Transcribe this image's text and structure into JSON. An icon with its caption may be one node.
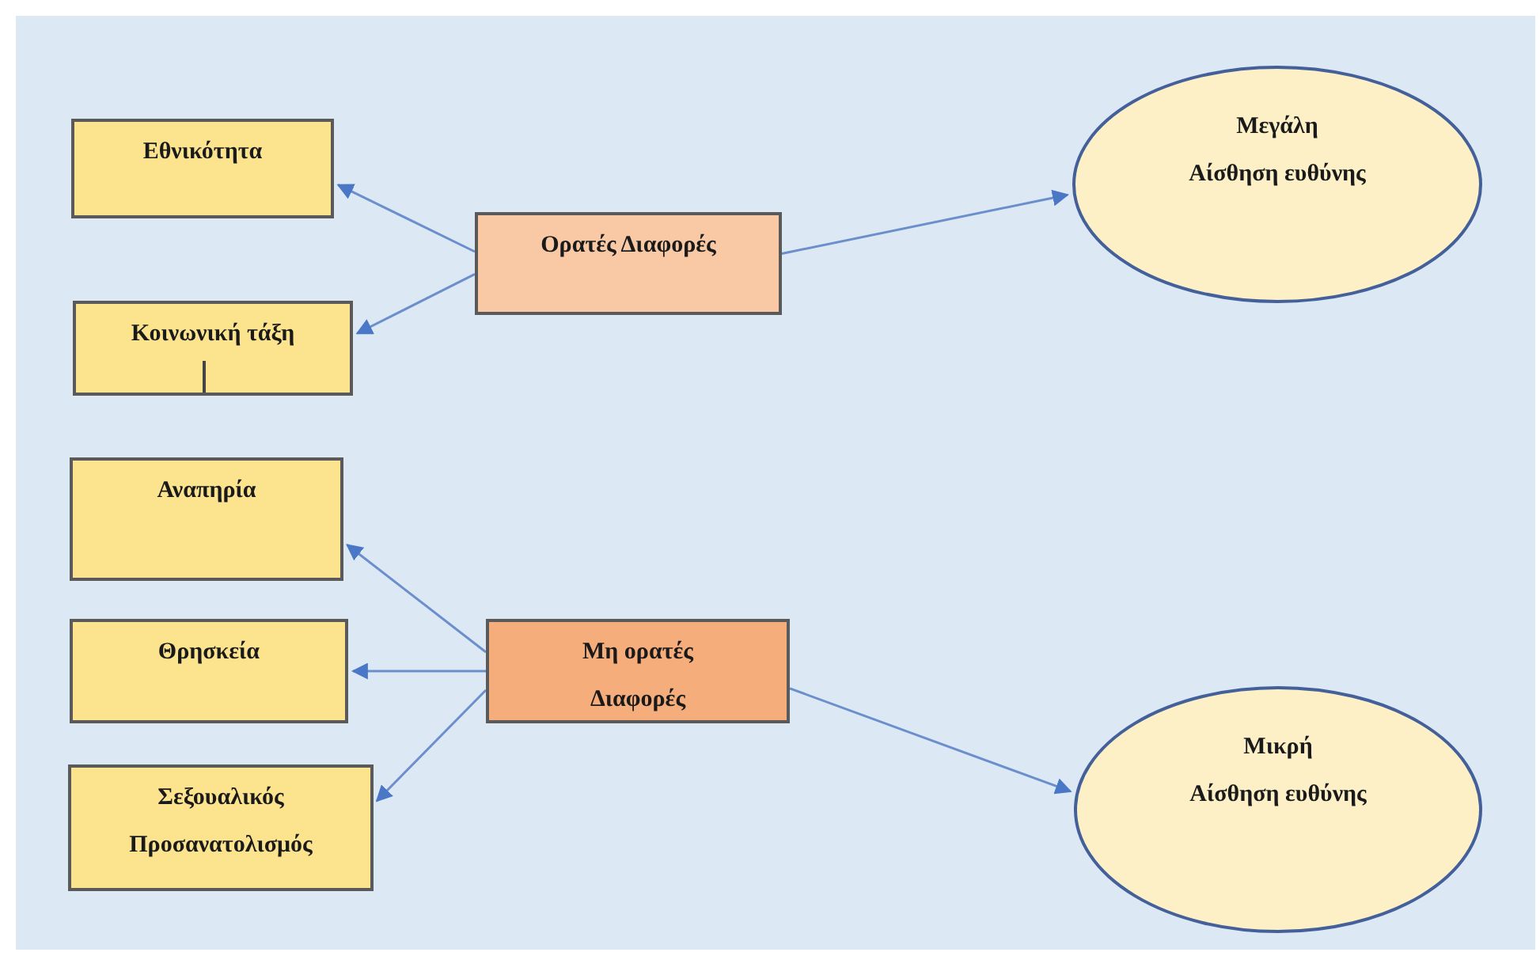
{
  "diagram": {
    "nodes": [
      {
        "text": [
          "Εθνικότητα"
        ]
      },
      {
        "text": [
          "Ορατές Διαφορές"
        ]
      },
      {
        "text": [
          "Μεγάλη",
          "Αίσθηση ευθύνης"
        ]
      },
      {
        "text": [
          "Κοινωνική τάξη"
        ]
      },
      {
        "text": [
          "Αναπηρία"
        ]
      },
      {
        "text": [
          "Μη ορατές Διαφορές"
        ]
      },
      {
        "text": [
          "Θρησκεία"
        ]
      },
      {
        "text": [
          "Σεξουαλικός Προσανατολισμός"
        ]
      },
      {
        "text": [
          "Μικρή",
          "Αίσθηση ευθύνης"
        ]
      }
    ],
    "edges": [
      {
        "from": 1,
        "to": 0,
        "arrow": "to"
      },
      {
        "from": 1,
        "to": 3,
        "arrow": "to"
      },
      {
        "from": 1,
        "to": 2,
        "arrow": "to"
      },
      {
        "from": 5,
        "to": 4,
        "arrow": "to"
      },
      {
        "from": 5,
        "to": 6,
        "arrow": "to"
      },
      {
        "from": 5,
        "to": 7,
        "arrow": "to"
      },
      {
        "from": 5,
        "to": 8,
        "arrow": "to"
      }
    ]
  }
}
